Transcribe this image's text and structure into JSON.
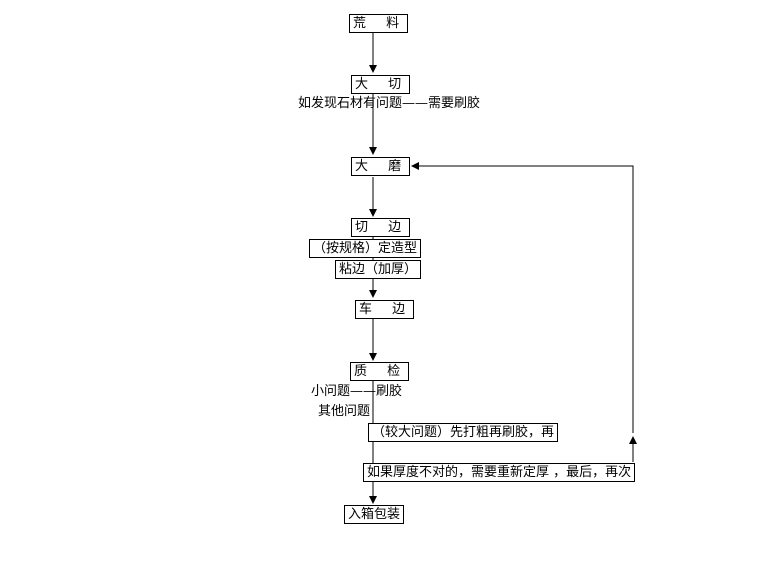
{
  "nodes": {
    "huangliao": "荒 料",
    "daqie": "大 切",
    "damo": "大 磨",
    "qiebian": "切 边",
    "dingzaoxing": "（按规格）定造型",
    "zhanbian": "粘边（加厚）",
    "chebian": "车 边",
    "zhijian": "质 检",
    "dawenti": "（较大问题）先打粗再刷胶，再",
    "houdu": "如果厚度不对的，需要重新定厚 ，最后，再次",
    "rubao": "入箱包装"
  },
  "labels": {
    "faxian": "如发现石材有问题——需要刷胶",
    "xiaowenti": "小问题——刷胶",
    "qita": "其他问题"
  }
}
